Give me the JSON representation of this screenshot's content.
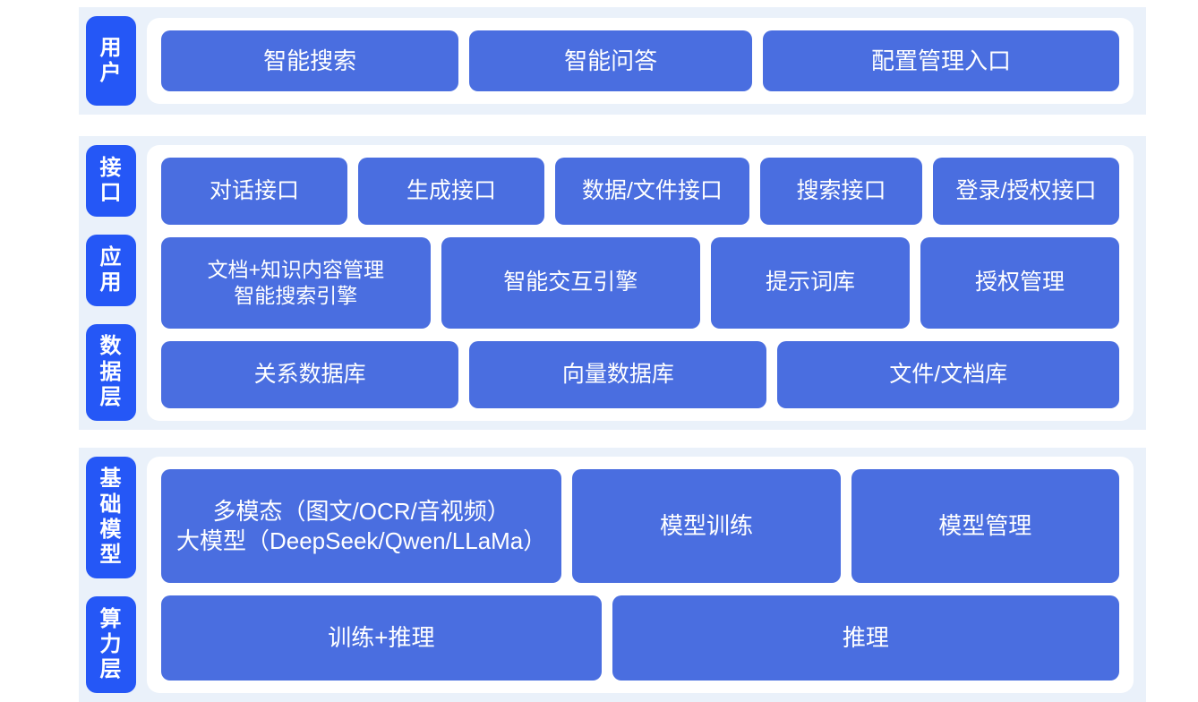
{
  "theme": {
    "page_background": "#ffffff",
    "section_background": "#eaf1fa",
    "panel_background": "#ffffff",
    "tab_color": "#2557f6",
    "card_color": "#4a6ee0",
    "text_color": "#ffffff"
  },
  "sections": [
    {
      "id": "user",
      "tabs": [
        {
          "label": "用户"
        }
      ],
      "rows": [
        {
          "cards": [
            {
              "label": "智能搜索"
            },
            {
              "label": "智能问答"
            },
            {
              "label": "配置管理入口"
            }
          ]
        }
      ]
    },
    {
      "id": "platform",
      "tabs": [
        {
          "label": "接口"
        },
        {
          "label": "应用"
        },
        {
          "label": "数据层"
        }
      ],
      "rows": [
        {
          "name": "interface-row",
          "cards": [
            {
              "label": "对话接口"
            },
            {
              "label": "生成接口"
            },
            {
              "label": "数据/文件接口"
            },
            {
              "label": "搜索接口"
            },
            {
              "label": "登录/授权接口"
            }
          ]
        },
        {
          "name": "application-row",
          "cards": [
            {
              "label": "文档+知识内容管理\n智能搜索引擎"
            },
            {
              "label": "智能交互引擎"
            },
            {
              "label": "提示词库"
            },
            {
              "label": "授权管理"
            }
          ]
        },
        {
          "name": "data-row",
          "cards": [
            {
              "label": "关系数据库"
            },
            {
              "label": "向量数据库"
            },
            {
              "label": "文件/文档库"
            }
          ]
        }
      ]
    },
    {
      "id": "infra",
      "tabs": [
        {
          "label": "基础模型"
        },
        {
          "label": "算力层"
        }
      ],
      "rows": [
        {
          "name": "foundation-model-row",
          "cards": [
            {
              "label": "多模态（图文/OCR/音视频）\n大模型（DeepSeek/Qwen/LLaMa）"
            },
            {
              "label": "模型训练"
            },
            {
              "label": "模型管理"
            }
          ]
        },
        {
          "name": "compute-row",
          "cards": [
            {
              "label": "训练+推理"
            },
            {
              "label": "推理"
            }
          ]
        }
      ]
    }
  ]
}
